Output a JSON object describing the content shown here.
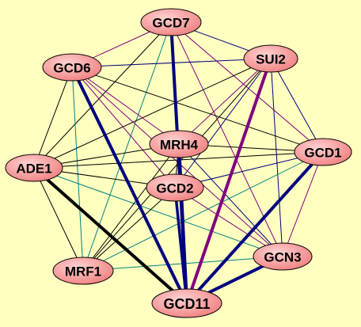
{
  "diagram": {
    "background": "#ffffc0",
    "node_fill_light": "#ffd2d2",
    "node_fill_dark": "#f08080",
    "nodes": [
      {
        "id": "GCD7",
        "label": "GCD7"
      },
      {
        "id": "SUI2",
        "label": "SUI2"
      },
      {
        "id": "GCD6",
        "label": "GCD6"
      },
      {
        "id": "MRH4",
        "label": "MRH4"
      },
      {
        "id": "GCD1",
        "label": "GCD1"
      },
      {
        "id": "ADE1",
        "label": "ADE1"
      },
      {
        "id": "GCD2",
        "label": "GCD2"
      },
      {
        "id": "GCN3",
        "label": "GCN3"
      },
      {
        "id": "MRF1",
        "label": "MRF1"
      },
      {
        "id": "GCD11",
        "label": "GCD11"
      }
    ],
    "edge_colors": {
      "black": "#000000",
      "navy": "#000080",
      "purple": "#800080",
      "teal": "#008080"
    },
    "edges": [
      {
        "from": "GCD7",
        "to": "GCD11",
        "color": "navy",
        "weight": "heavy"
      },
      {
        "from": "SUI2",
        "to": "GCD11",
        "color": "purple",
        "weight": "heavy"
      },
      {
        "from": "GCD6",
        "to": "GCD11",
        "color": "navy",
        "weight": "heavy"
      },
      {
        "from": "GCD1",
        "to": "GCD11",
        "color": "navy",
        "weight": "heavy"
      },
      {
        "from": "GCN3",
        "to": "GCD11",
        "color": "navy",
        "weight": "heavy"
      },
      {
        "from": "ADE1",
        "to": "GCD11",
        "color": "black",
        "weight": "heavy"
      },
      {
        "from": "MRH4",
        "to": "GCD11",
        "color": "navy",
        "weight": "heavy"
      },
      {
        "from": "GCD2",
        "to": "GCD11",
        "color": "navy",
        "weight": "medium"
      },
      {
        "from": "GCD7",
        "to": "GCD6",
        "color": "purple",
        "weight": "thin"
      },
      {
        "from": "GCD7",
        "to": "SUI2",
        "color": "navy",
        "weight": "thin"
      },
      {
        "from": "GCD7",
        "to": "ADE1",
        "color": "black",
        "weight": "thin"
      },
      {
        "from": "GCD7",
        "to": "GCD1",
        "color": "purple",
        "weight": "thin"
      },
      {
        "from": "GCD7",
        "to": "GCN3",
        "color": "purple",
        "weight": "thin"
      },
      {
        "from": "GCD7",
        "to": "MRF1",
        "color": "teal",
        "weight": "thin"
      },
      {
        "from": "GCD7",
        "to": "MRH4",
        "color": "navy",
        "weight": "thin"
      },
      {
        "from": "SUI2",
        "to": "GCD6",
        "color": "navy",
        "weight": "thin"
      },
      {
        "from": "SUI2",
        "to": "GCD1",
        "color": "navy",
        "weight": "thin"
      },
      {
        "from": "SUI2",
        "to": "GCN3",
        "color": "navy",
        "weight": "thin"
      },
      {
        "from": "SUI2",
        "to": "MRF1",
        "color": "black",
        "weight": "thin"
      },
      {
        "from": "SUI2",
        "to": "ADE1",
        "color": "black",
        "weight": "thin"
      },
      {
        "from": "SUI2",
        "to": "MRH4",
        "color": "purple",
        "weight": "thin"
      },
      {
        "from": "SUI2",
        "to": "GCD2",
        "color": "navy",
        "weight": "thin"
      },
      {
        "from": "GCD6",
        "to": "ADE1",
        "color": "black",
        "weight": "thin"
      },
      {
        "from": "GCD6",
        "to": "MRH4",
        "color": "purple",
        "weight": "thin"
      },
      {
        "from": "GCD6",
        "to": "GCD2",
        "color": "purple",
        "weight": "thin"
      },
      {
        "from": "GCD6",
        "to": "GCD1",
        "color": "black",
        "weight": "thin"
      },
      {
        "from": "GCD6",
        "to": "GCN3",
        "color": "purple",
        "weight": "thin"
      },
      {
        "from": "GCD6",
        "to": "MRF1",
        "color": "teal",
        "weight": "thin"
      },
      {
        "from": "ADE1",
        "to": "MRH4",
        "color": "black",
        "weight": "thin"
      },
      {
        "from": "ADE1",
        "to": "GCD1",
        "color": "black",
        "weight": "thin"
      },
      {
        "from": "ADE1",
        "to": "GCD2",
        "color": "black",
        "weight": "thin"
      },
      {
        "from": "ADE1",
        "to": "GCN3",
        "color": "teal",
        "weight": "thin"
      },
      {
        "from": "ADE1",
        "to": "MRF1",
        "color": "black",
        "weight": "thin"
      },
      {
        "from": "GCD1",
        "to": "MRH4",
        "color": "black",
        "weight": "thin"
      },
      {
        "from": "GCD1",
        "to": "GCD2",
        "color": "navy",
        "weight": "thin"
      },
      {
        "from": "GCD1",
        "to": "GCN3",
        "color": "purple",
        "weight": "thin"
      },
      {
        "from": "GCD1",
        "to": "MRF1",
        "color": "teal",
        "weight": "thin"
      },
      {
        "from": "MRH4",
        "to": "GCN3",
        "color": "navy",
        "weight": "thin"
      },
      {
        "from": "MRH4",
        "to": "MRF1",
        "color": "black",
        "weight": "thin"
      },
      {
        "from": "GCD2",
        "to": "GCN3",
        "color": "purple",
        "weight": "thin"
      },
      {
        "from": "GCD2",
        "to": "MRF1",
        "color": "black",
        "weight": "thin"
      },
      {
        "from": "MRF1",
        "to": "GCN3",
        "color": "teal",
        "weight": "thin"
      },
      {
        "from": "MRH4",
        "to": "GCD2",
        "color": "black",
        "weight": "thin"
      }
    ]
  }
}
